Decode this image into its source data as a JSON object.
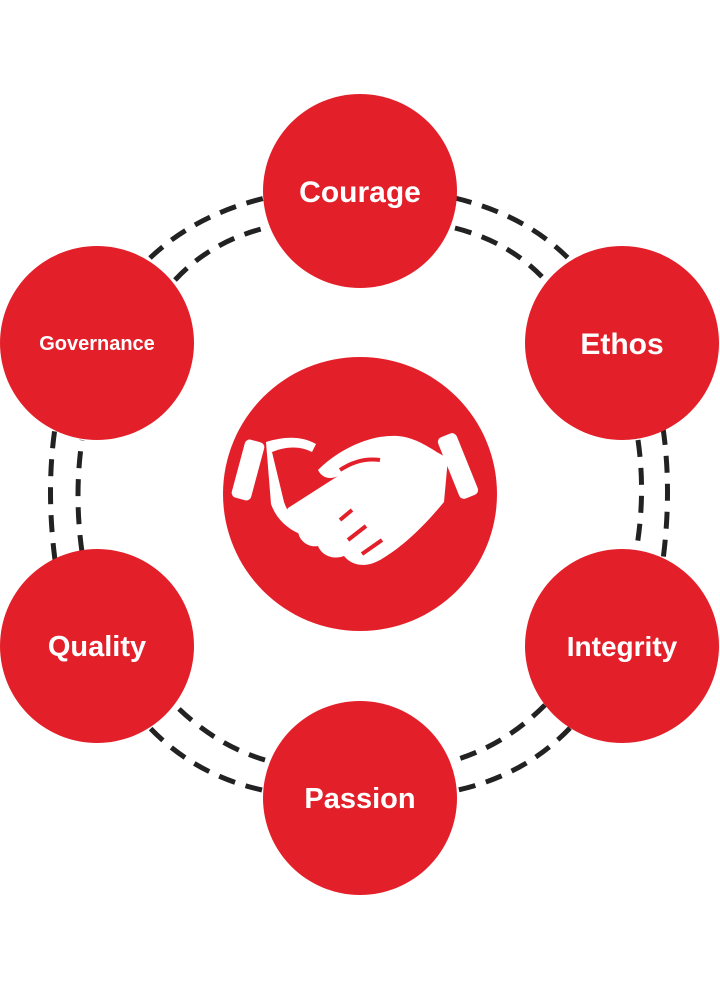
{
  "colors": {
    "node_fill": "#e3202a",
    "label_text": "#ffffff",
    "connector": "#222222",
    "icon": "#ffffff"
  },
  "center": {
    "icon": "handshake-icon"
  },
  "nodes": [
    {
      "id": "courage",
      "label": "Courage"
    },
    {
      "id": "ethos",
      "label": "Ethos"
    },
    {
      "id": "integrity",
      "label": "Integrity"
    },
    {
      "id": "passion",
      "label": "Passion"
    },
    {
      "id": "quality",
      "label": "Quality"
    },
    {
      "id": "governance",
      "label": "Governance"
    }
  ]
}
